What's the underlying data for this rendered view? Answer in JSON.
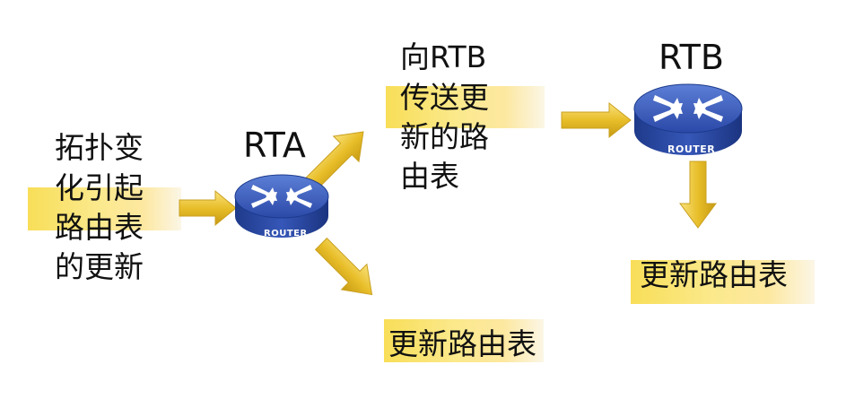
{
  "trigger": {
    "lines": [
      "拓扑变",
      "化引起",
      "路由表",
      "的更新"
    ]
  },
  "routers": {
    "rta": {
      "name": "RTA",
      "badge": "ROUTER"
    },
    "rtb": {
      "name": "RTB",
      "badge": "ROUTER"
    }
  },
  "send_to_rtb": {
    "lines": [
      "向RTB",
      "传送更",
      "新的路",
      "由表"
    ]
  },
  "rta_update": {
    "label": "更新路由表"
  },
  "rtb_update": {
    "label": "更新路由表"
  },
  "colors": {
    "box_gold": "#f8de58",
    "arrow_gold": "#e8be2a",
    "router_blue": "#2e4fb0"
  }
}
